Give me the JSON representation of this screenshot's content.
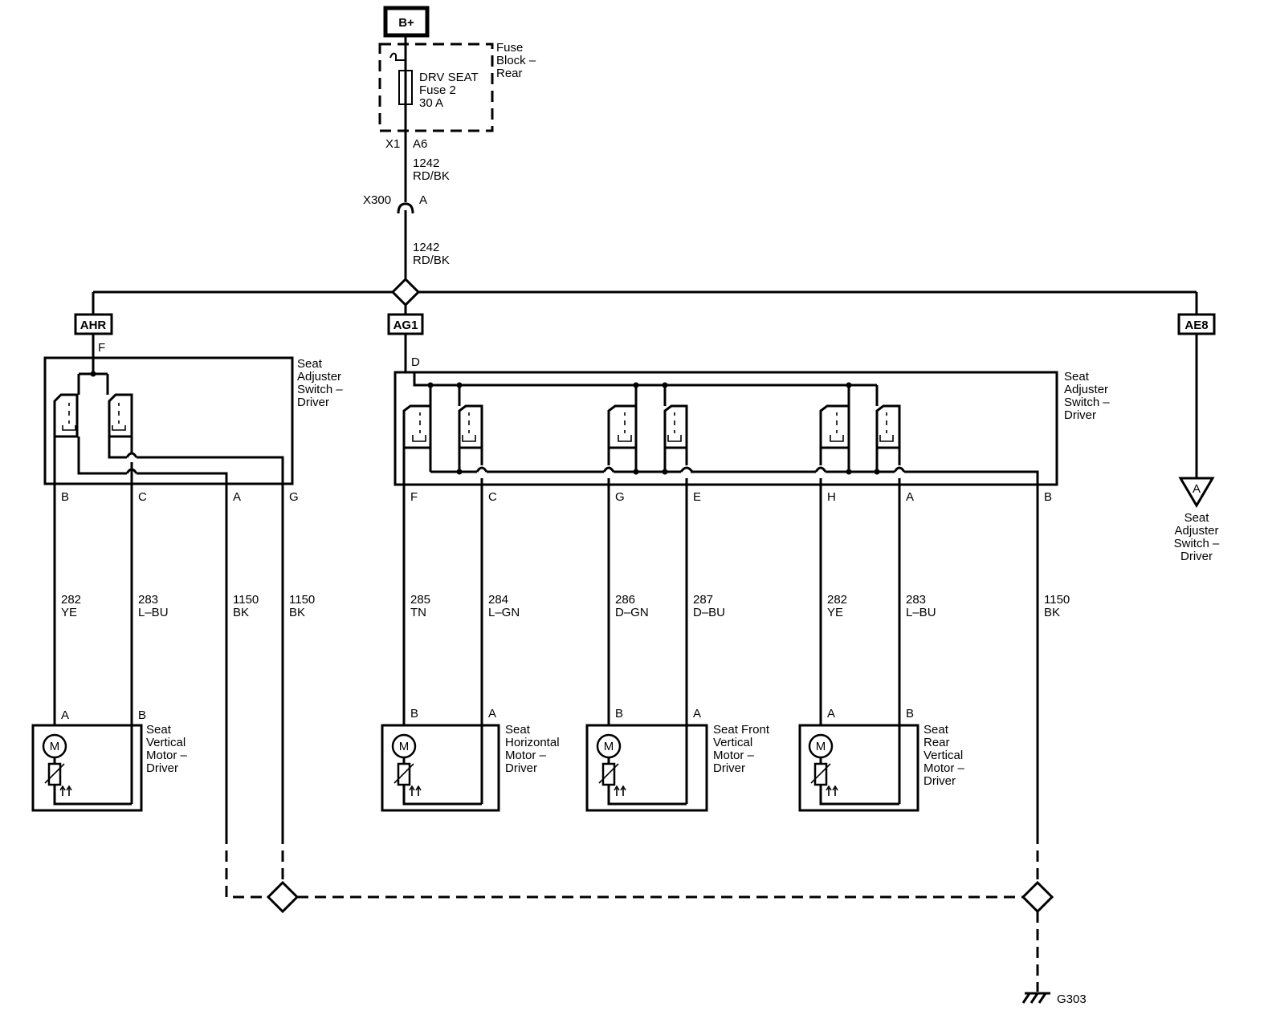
{
  "power": {
    "label": "B+"
  },
  "fuse_block": {
    "lines": [
      "Fuse",
      "Block –",
      "Rear"
    ]
  },
  "fuse": {
    "lines": [
      "DRV SEAT",
      "Fuse 2",
      "30 A"
    ]
  },
  "fuse_pins": {
    "connector": "X1",
    "pin": "A6"
  },
  "wire_feed_1": {
    "circuit": "1242",
    "color": "RD/BK"
  },
  "inline_connector": {
    "name": "X300",
    "pin": "A"
  },
  "wire_feed_2": {
    "circuit": "1242",
    "color": "RD/BK"
  },
  "references": {
    "left": "AHR",
    "middle": "AG1",
    "right": "AE8"
  },
  "left_switch": {
    "supply_pin": "F",
    "title": [
      "Seat",
      "Adjuster",
      "Switch –",
      "Driver"
    ],
    "pins": [
      "B",
      "C",
      "A",
      "G"
    ]
  },
  "center_switch": {
    "supply_pin": "D",
    "title": [
      "Seat",
      "Adjuster",
      "Switch –",
      "Driver"
    ],
    "pins": [
      "F",
      "C",
      "G",
      "E",
      "H",
      "A",
      "B"
    ]
  },
  "offpage": {
    "symbol": "A",
    "title": [
      "Seat",
      "Adjuster",
      "Switch –",
      "Driver"
    ]
  },
  "wires_left": [
    {
      "circuit": "282",
      "color": "YE"
    },
    {
      "circuit": "283",
      "color": "L–BU"
    },
    {
      "circuit": "1150",
      "color": "BK"
    },
    {
      "circuit": "1150",
      "color": "BK"
    }
  ],
  "wires_center": [
    {
      "circuit": "285",
      "color": "TN"
    },
    {
      "circuit": "284",
      "color": "L–GN"
    },
    {
      "circuit": "286",
      "color": "D–GN"
    },
    {
      "circuit": "287",
      "color": "D–BU"
    },
    {
      "circuit": "282",
      "color": "YE"
    },
    {
      "circuit": "283",
      "color": "L–BU"
    },
    {
      "circuit": "1150",
      "color": "BK"
    }
  ],
  "motors": [
    {
      "pins": [
        "A",
        "B"
      ],
      "symbol": "M",
      "title": [
        "Seat",
        "Vertical",
        "Motor –",
        "Driver"
      ]
    },
    {
      "pins": [
        "B",
        "A"
      ],
      "symbol": "M",
      "title": [
        "Seat",
        "Horizontal",
        "Motor –",
        "Driver"
      ]
    },
    {
      "pins": [
        "B",
        "A"
      ],
      "symbol": "M",
      "title": [
        "Seat Front",
        "Vertical",
        "Motor –",
        "Driver"
      ]
    },
    {
      "pins": [
        "A",
        "B"
      ],
      "symbol": "M",
      "title": [
        "Seat",
        "Rear",
        "Vertical",
        "Motor –",
        "Driver"
      ]
    }
  ],
  "ground": {
    "label": "G303"
  }
}
